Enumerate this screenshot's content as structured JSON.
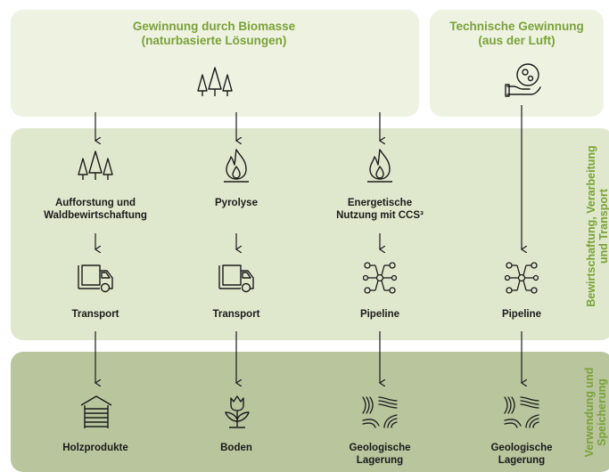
{
  "sections": {
    "biomass": {
      "title_line1": "Gewinnung durch Biomasse",
      "title_line2": "(naturbasierte Lösungen)"
    },
    "technical": {
      "title_line1": "Technische Gewinnung",
      "title_line2": "(aus der Luft)"
    },
    "processing": {
      "line1": "Bewirtschaftung, Verarbeitung",
      "line2": "und Transport"
    },
    "storage": {
      "line1": "Verwendung und",
      "line2": "Speicherung"
    }
  },
  "columns": [
    {
      "process": [
        "Aufforstung und",
        "Waldbewirtschaftung"
      ],
      "process_icon": "trees-icon",
      "transport": "Transport",
      "transport_icon": "truck-icon",
      "storage": [
        "Holzprodukte"
      ],
      "storage_icon": "wood-storage-icon"
    },
    {
      "process": [
        "Pyrolyse"
      ],
      "process_icon": "flame-icon",
      "transport": "Transport",
      "transport_icon": "truck-icon",
      "storage": [
        "Boden"
      ],
      "storage_icon": "plant-icon"
    },
    {
      "process": [
        "Energetische",
        "Nutzung mit CCS³"
      ],
      "process_icon": "flame-icon",
      "transport": "Pipeline",
      "transport_icon": "pipeline-network-icon",
      "storage": [
        "Geologische",
        "Lagerung"
      ],
      "storage_icon": "geological-layers-icon"
    },
    {
      "process": [],
      "process_icon": "",
      "transport": "Pipeline",
      "transport_icon": "pipeline-network-icon",
      "storage": [
        "Geologische",
        "Lagerung"
      ],
      "storage_icon": "geological-layers-icon"
    }
  ],
  "colors": {
    "accent_green": "#7aa239",
    "panel_light": "#eef2e1",
    "panel_mid": "#dfe8cc",
    "panel_dark": "#b8c59d",
    "ink": "#1b1b1b"
  }
}
